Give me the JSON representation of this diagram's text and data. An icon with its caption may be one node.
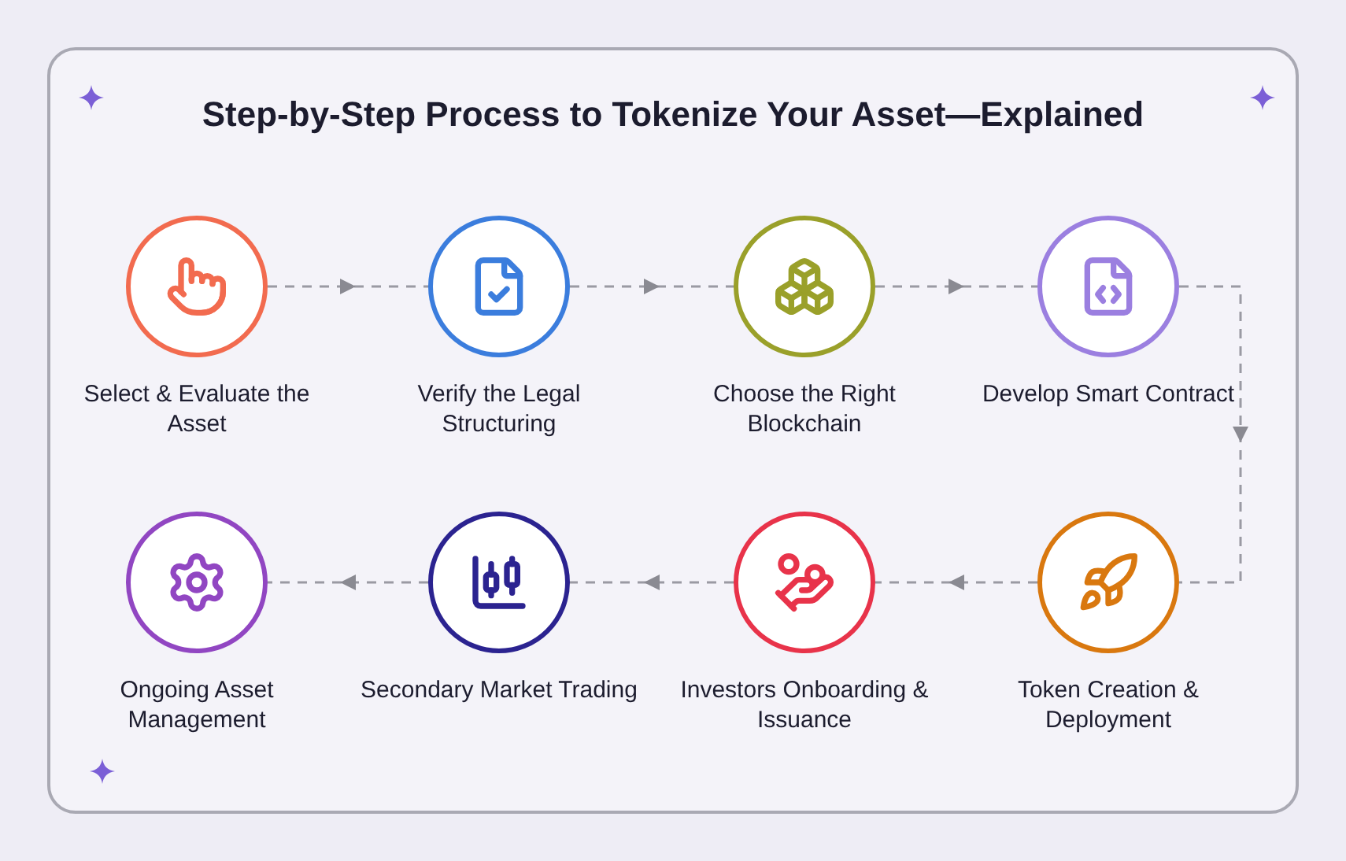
{
  "diagram": {
    "title": "Step-by-Step Process to Tokenize Your Asset—Explained",
    "nodes": [
      {
        "text": [],
        "shape": "circle",
        "beside": [
          "Select & Evaluate the Asset"
        ]
      },
      {
        "text": [],
        "shape": "circle",
        "beside": [
          "Verify the Legal Structuring"
        ]
      },
      {
        "text": [],
        "shape": "circle",
        "beside": [
          "Choose the Right Blockchain"
        ]
      },
      {
        "text": [],
        "shape": "circle",
        "beside": [
          "Develop Smart Contract"
        ]
      },
      {
        "text": [],
        "shape": "circle",
        "beside": [
          "Token Creation & Deployment"
        ]
      },
      {
        "text": [],
        "shape": "circle",
        "beside": [
          "Investors Onboarding & Issuance"
        ]
      },
      {
        "text": [],
        "shape": "circle",
        "beside": [
          "Secondary Market Trading"
        ]
      },
      {
        "text": [],
        "shape": "circle",
        "beside": [
          "Ongoing Asset Management"
        ]
      }
    ],
    "edges": [
      {
        "from": 0,
        "to": 1,
        "arrow": "to",
        "style": "dashed"
      },
      {
        "from": 1,
        "to": 2,
        "arrow": "to",
        "style": "dashed"
      },
      {
        "from": 2,
        "to": 3,
        "arrow": "to",
        "style": "dashed"
      },
      {
        "from": 3,
        "to": 4,
        "arrow": "to",
        "style": "dashed"
      },
      {
        "from": 4,
        "to": 5,
        "arrow": "to",
        "style": "dashed"
      },
      {
        "from": 5,
        "to": 6,
        "arrow": "to",
        "style": "dashed"
      },
      {
        "from": 6,
        "to": 7,
        "arrow": "to",
        "style": "dashed"
      }
    ]
  }
}
